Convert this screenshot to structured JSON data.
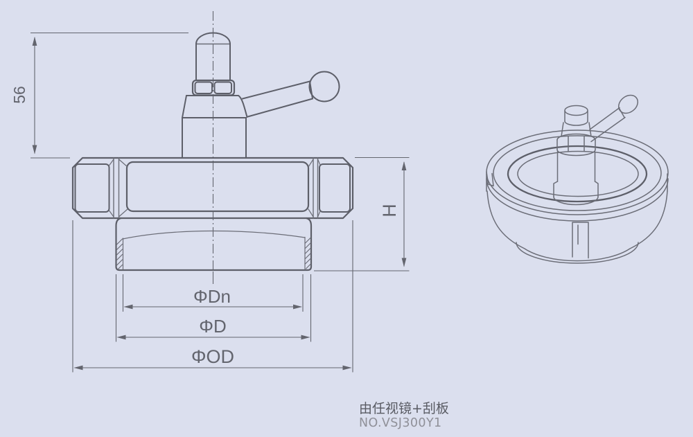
{
  "labels": {
    "dim_valve_height": "56",
    "dim_body_height": "H",
    "dim_sight_dia": "ΦDn",
    "dim_thread_dia": "ΦD",
    "dim_flange_dia": "ΦOD"
  },
  "caption": {
    "line1": "由任视镜+刮板",
    "line2": "NO.VSJ300Y1"
  },
  "colors": {
    "background": "#dbdfee",
    "line_main": "#5d5f69",
    "line_light": "#6b6d77",
    "dimension": "#63656e",
    "caption_primary": "#595b63",
    "caption_secondary": "#8f9098"
  }
}
